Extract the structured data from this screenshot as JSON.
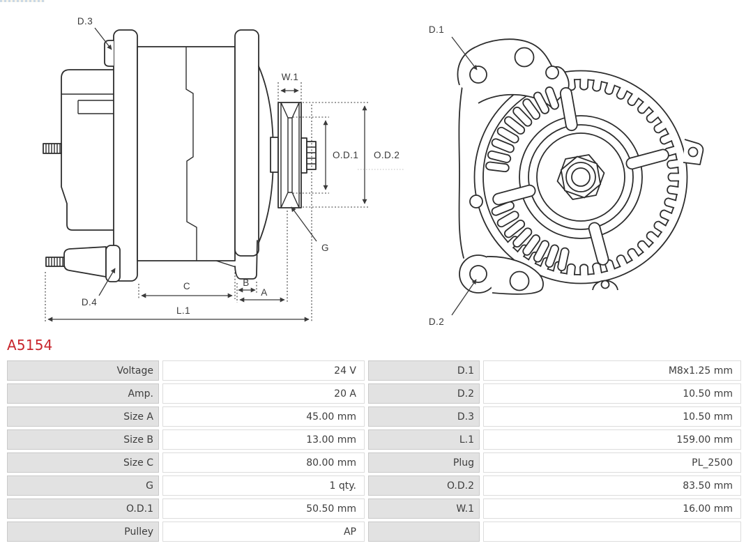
{
  "part_number": "A5154",
  "diagram": {
    "side_view": {
      "labels": {
        "d3": "D.3",
        "d4": "D.4",
        "w1": "W.1",
        "od1": "O.D.1",
        "od2": "O.D.2",
        "g": "G",
        "a": "A",
        "b": "B",
        "c": "C",
        "l1": "L.1"
      }
    },
    "front_view": {
      "labels": {
        "d1": "D.1",
        "d2": "D.2"
      }
    }
  },
  "table": {
    "rows": [
      {
        "l_label": "Voltage",
        "l_value": "24 V",
        "r_label": "D.1",
        "r_value": "M8x1.25 mm"
      },
      {
        "l_label": "Amp.",
        "l_value": "20 A",
        "r_label": "D.2",
        "r_value": "10.50 mm"
      },
      {
        "l_label": "Size A",
        "l_value": "45.00 mm",
        "r_label": "D.3",
        "r_value": "10.50 mm"
      },
      {
        "l_label": "Size B",
        "l_value": "13.00 mm",
        "r_label": "L.1",
        "r_value": "159.00 mm"
      },
      {
        "l_label": "Size C",
        "l_value": "80.00 mm",
        "r_label": "Plug",
        "r_value": "PL_2500"
      },
      {
        "l_label": "G",
        "l_value": "1 qty.",
        "r_label": "O.D.2",
        "r_value": "83.50 mm"
      },
      {
        "l_label": "O.D.1",
        "l_value": "50.50 mm",
        "r_label": "W.1",
        "r_value": "16.00 mm"
      },
      {
        "l_label": "Pulley",
        "l_value": "AP",
        "r_label": "",
        "r_value": ""
      }
    ]
  },
  "colors": {
    "accent_red": "#c8252c",
    "line": "#2d2d2d",
    "cell_label_bg": "#e2e2e2"
  }
}
